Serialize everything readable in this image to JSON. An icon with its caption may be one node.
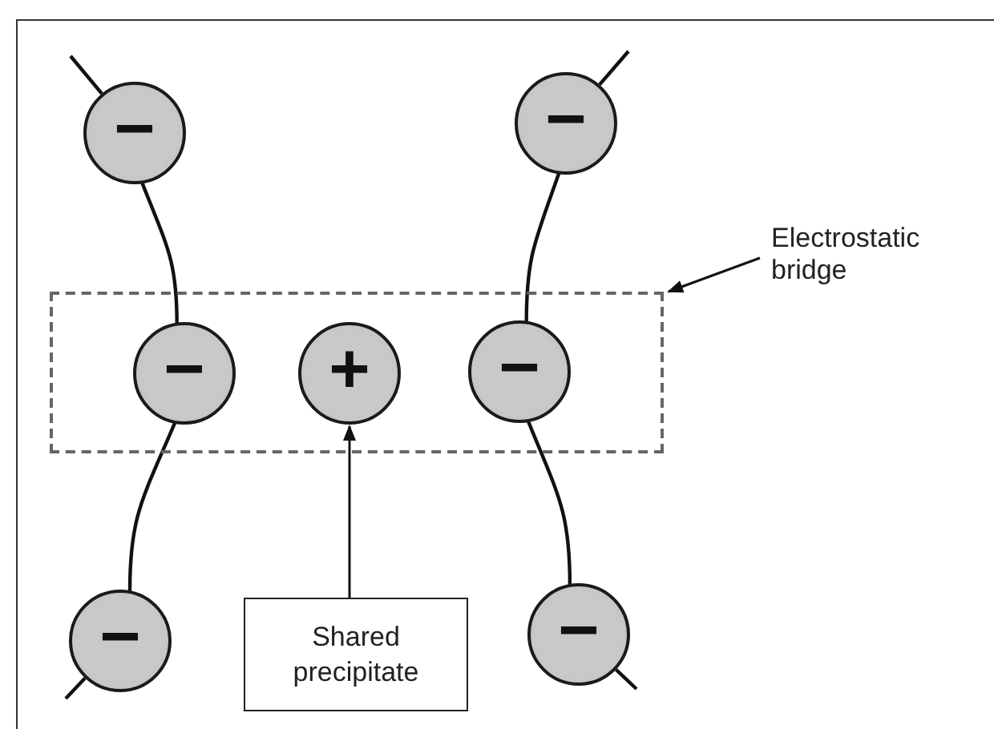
{
  "diagram": {
    "nodes": [
      {
        "text": [
          "−"
        ]
      },
      {
        "text": [
          "−"
        ]
      },
      {
        "text": [
          "Electrostatic bridge"
        ]
      },
      {
        "text": [],
        "shape": "box"
      },
      {
        "text": [
          "−"
        ],
        "in": 3
      },
      {
        "text": [
          "+"
        ],
        "in": 3
      },
      {
        "text": [
          "−"
        ],
        "in": 3
      },
      {
        "text": [
          "−"
        ]
      },
      {
        "text": [
          "Shared precipitate"
        ]
      },
      {
        "text": [
          "−"
        ]
      }
    ],
    "edges": [
      {
        "from": 0,
        "to": 4,
        "arrow": "none"
      },
      {
        "from": 4,
        "to": 7,
        "arrow": "none"
      },
      {
        "from": 1,
        "to": 6,
        "arrow": "none"
      },
      {
        "from": 6,
        "to": 9,
        "arrow": "none"
      },
      {
        "from": null,
        "to": 0,
        "arrow": "none"
      },
      {
        "from": null,
        "to": 1,
        "arrow": "none"
      },
      {
        "from": null,
        "to": 7,
        "arrow": "none"
      },
      {
        "from": null,
        "to": 9,
        "arrow": "none"
      },
      {
        "from": 2,
        "to": 3,
        "arrow": "to"
      },
      {
        "from": 8,
        "to": 5,
        "arrow": "to"
      }
    ]
  }
}
